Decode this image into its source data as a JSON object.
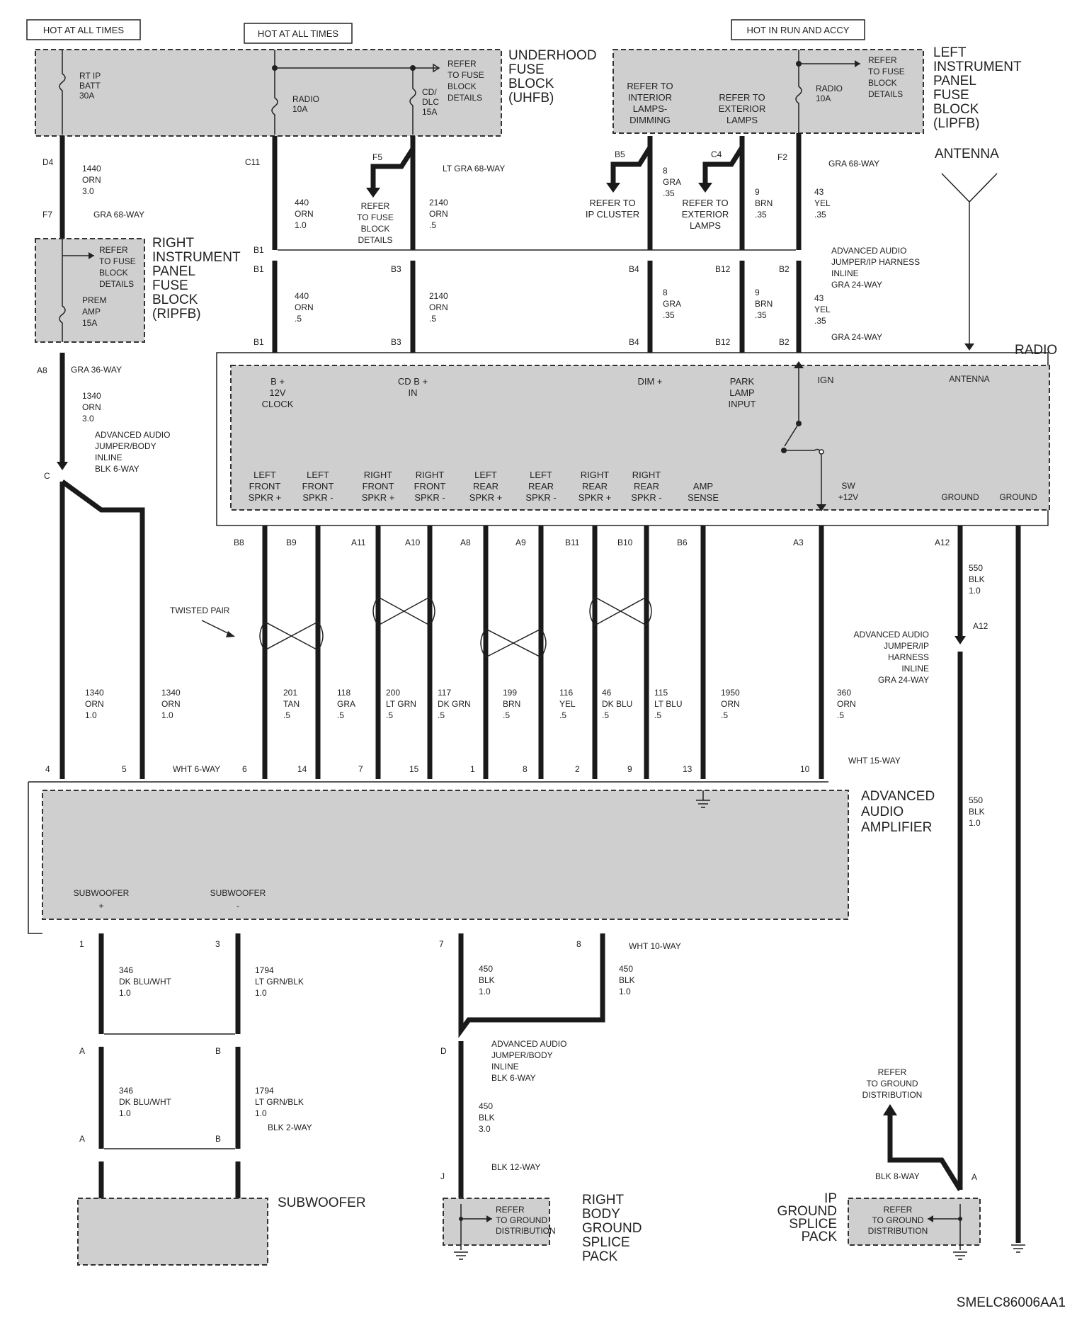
{
  "diagram_code": "SMELC86006AA1",
  "hot_labels": {
    "left": "HOT AT ALL TIMES",
    "mid": "HOT AT ALL TIMES",
    "right": "HOT IN RUN AND ACCY"
  },
  "uhfb": {
    "title_lines": [
      "UNDERHOOD",
      "FUSE",
      "BLOCK",
      "(UHFB)"
    ],
    "fuse1": [
      "RT IP",
      "BATT",
      "30A"
    ],
    "fuse2": [
      "RADIO",
      "10A"
    ],
    "fuse3": [
      "CD/",
      "DLC",
      "15A"
    ],
    "refer": [
      "REFER",
      "TO FUSE",
      "BLOCK",
      "DETAILS"
    ]
  },
  "lipfb": {
    "title_lines": [
      "LEFT",
      "INSTRUMENT",
      "PANEL",
      "FUSE",
      "BLOCK",
      "(LIPFB)"
    ],
    "refer_interior": [
      "REFER TO",
      "INTERIOR",
      "LAMPS-",
      "DIMMING"
    ],
    "refer_exterior": [
      "REFER TO",
      "EXTERIOR",
      "LAMPS"
    ],
    "fuse": [
      "RADIO",
      "10A"
    ],
    "refer": [
      "REFER",
      "TO FUSE",
      "BLOCK",
      "DETAILS"
    ]
  },
  "ripfb": {
    "title_lines": [
      "RIGHT",
      "INSTRUMENT",
      "PANEL",
      "FUSE",
      "BLOCK",
      "(RIPFB)"
    ],
    "refer": [
      "REFER",
      "TO FUSE",
      "BLOCK",
      "DETAILS"
    ],
    "fuse": [
      "PREM",
      "AMP",
      "15A"
    ]
  },
  "connectors": {
    "gra68": "GRA 68-WAY",
    "lt_gra68": "LT GRA 68-WAY",
    "gra36": "GRA 36-WAY",
    "gra24": "GRA 24-WAY",
    "jumper_ip_inline": [
      "ADVANCED AUDIO",
      "JUMPER/IP HARNESS",
      "INLINE",
      "GRA 24-WAY"
    ],
    "jumper_body_blk6_top": [
      "ADVANCED AUDIO",
      "JUMPER/BODY",
      "INLINE",
      "BLK 6-WAY"
    ],
    "wht6": "WHT 6-WAY",
    "wht15": "WHT 15-WAY",
    "wht10": "WHT 10-WAY",
    "blk2": "BLK 2-WAY",
    "blk12": "BLK 12-WAY",
    "blk8": "BLK 8-WAY",
    "jumper_ip_right": [
      "ADVANCED AUDIO",
      "JUMPER/IP",
      "HARNESS",
      "INLINE",
      "GRA 24-WAY"
    ],
    "jumper_body_blk6_bottom": [
      "ADVANCED AUDIO",
      "JUMPER/BODY",
      "INLINE",
      "BLK 6-WAY"
    ]
  },
  "refer_fuse_mid": [
    "REFER",
    "TO FUSE",
    "BLOCK",
    "DETAILS"
  ],
  "refer_ip_cluster": [
    "REFER TO",
    "IP CLUSTER"
  ],
  "refer_ext_lamps": [
    "REFER TO",
    "EXTERIOR",
    "LAMPS"
  ],
  "antenna": "ANTENNA",
  "radio": {
    "title": "RADIO",
    "top_pins": [
      [
        "B +",
        "12V",
        "CLOCK"
      ],
      [
        "CD B +",
        "IN"
      ],
      [
        "DIM +"
      ],
      [
        "PARK",
        "LAMP",
        "INPUT"
      ],
      [
        "IGN"
      ],
      [
        "ANTENNA"
      ]
    ],
    "bottom_pins": [
      [
        "LEFT",
        "FRONT",
        "SPKR +"
      ],
      [
        "LEFT",
        "FRONT",
        "SPKR -"
      ],
      [
        "RIGHT",
        "FRONT",
        "SPKR +"
      ],
      [
        "RIGHT",
        "FRONT",
        "SPKR  -"
      ],
      [
        "LEFT",
        "REAR",
        "SPKR +"
      ],
      [
        "LEFT",
        "REAR",
        "SPKR -"
      ],
      [
        "RIGHT",
        "REAR",
        "SPKR +"
      ],
      [
        "RIGHT",
        "REAR",
        "SPKR -"
      ],
      [
        "AMP",
        "SENSE"
      ],
      [
        "SW",
        "+12V"
      ],
      [
        "GROUND"
      ],
      [
        "GROUND"
      ]
    ]
  },
  "twisted_pair": "TWISTED PAIR",
  "top_wires": [
    {
      "pin_top": "D4",
      "lines": [
        "1440",
        "ORN",
        "3.0"
      ],
      "pin_bottom": "F7"
    },
    {
      "pin_top": "C11",
      "lines": [
        "440",
        "ORN",
        "1.0"
      ],
      "pin_bottom": "B1"
    },
    {
      "pin_top": "F5",
      "lines": [
        "2140",
        "ORN",
        ".5"
      ],
      "pin_bottom": "B3"
    },
    {
      "pin_top": "B5",
      "lines": [
        "8",
        "GRA",
        ".35"
      ],
      "pin_bottom": "B4"
    },
    {
      "pin_top": "C4",
      "lines": [
        "9",
        "BRN",
        ".35"
      ],
      "pin_bottom": "B12"
    },
    {
      "pin_top": "F2",
      "lines": [
        "43",
        "YEL",
        ".35"
      ],
      "pin_bottom": "B2"
    }
  ],
  "mid_wires": [
    {
      "pin": "B1",
      "lines": [
        "440",
        "ORN",
        ".5"
      ]
    },
    {
      "pin": "B3",
      "lines": [
        "2140",
        "ORN",
        ".5"
      ]
    },
    {
      "pin": "B4",
      "lines": [
        "8",
        "GRA",
        ".35"
      ]
    },
    {
      "pin": "B12",
      "lines": [
        "9",
        "BRN",
        ".35"
      ]
    },
    {
      "pin": "B2",
      "lines": [
        "43",
        "YEL",
        ".35"
      ]
    }
  ],
  "a8_wire": {
    "pin": "A8",
    "lines": [
      "1340",
      "ORN",
      "3.0"
    ],
    "pin_c": "C"
  },
  "speaker_wires": [
    {
      "radio_pin": "B8",
      "lines": [
        "201",
        "TAN",
        ".5"
      ],
      "amp_pin": "6"
    },
    {
      "radio_pin": "B9",
      "lines": [
        "118",
        "GRA",
        ".5"
      ],
      "amp_pin": "14"
    },
    {
      "radio_pin": "A11",
      "lines": [
        "200",
        "LT GRN",
        ".5"
      ],
      "amp_pin": "7"
    },
    {
      "radio_pin": "A10",
      "lines": [
        "117",
        "DK GRN",
        ".5"
      ],
      "amp_pin": "15"
    },
    {
      "radio_pin": "A8",
      "lines": [
        "199",
        "BRN",
        ".5"
      ],
      "amp_pin": "1"
    },
    {
      "radio_pin": "A9",
      "lines": [
        "116",
        "YEL",
        ".5"
      ],
      "amp_pin": "8"
    },
    {
      "radio_pin": "B11",
      "lines": [
        "46",
        "DK BLU",
        ".5"
      ],
      "amp_pin": "2"
    },
    {
      "radio_pin": "B10",
      "lines": [
        "115",
        "LT BLU",
        ".5"
      ],
      "amp_pin": "9"
    },
    {
      "radio_pin": "B6",
      "lines": [
        "1950",
        "ORN",
        ".5"
      ],
      "amp_pin": "13"
    },
    {
      "radio_pin": "A3",
      "lines": [
        "360",
        "ORN",
        ".5"
      ],
      "amp_pin": "10"
    }
  ],
  "amp_power": [
    {
      "lines": [
        "1340",
        "ORN",
        "1.0"
      ],
      "pin": "4"
    },
    {
      "lines": [
        "1340",
        "ORN",
        "1.0"
      ],
      "pin": "5"
    }
  ],
  "ground_wire": {
    "pin": "A12",
    "lines": [
      "550",
      "BLK",
      "1.0"
    ],
    "pin2": "A12",
    "lines2": [
      "550",
      "BLK",
      "1.0"
    ],
    "pin3": "A"
  },
  "amplifier": {
    "title_lines": [
      "ADVANCED",
      "AUDIO",
      "AMPLIFIER"
    ],
    "sub_plus": [
      "SUBWOOFER",
      "+"
    ],
    "sub_minus": [
      "SUBWOOFER",
      "-"
    ]
  },
  "bottom_wires": [
    {
      "pin": "1",
      "lines": [
        "346",
        "DK BLU/WHT",
        "1.0"
      ],
      "pinA": "A",
      "lines2": [
        "346",
        "DK BLU/WHT",
        "1.0"
      ],
      "pinA2": "A"
    },
    {
      "pin": "3",
      "lines": [
        "1794",
        "LT GRN/BLK",
        "1.0"
      ],
      "pinA": "B",
      "lines2": [
        "1794",
        "LT GRN/BLK",
        "1.0"
      ],
      "pinA2": "B"
    }
  ],
  "ground_bottom": {
    "pin7": "7",
    "pin8": "8",
    "w7": [
      "450",
      "BLK",
      "1.0"
    ],
    "w8": [
      "450",
      "BLK",
      "1.0"
    ],
    "pinD": "D",
    "wD": [
      "450",
      "BLK",
      "3.0"
    ],
    "pinJ": "J"
  },
  "subwoofer": "SUBWOOFER",
  "rbgsp": {
    "title_lines": [
      "RIGHT",
      "BODY",
      "GROUND",
      "SPLICE",
      "PACK"
    ],
    "refer": [
      "REFER",
      "TO GROUND",
      "DISTRIBUTION"
    ]
  },
  "ipgsp": {
    "title_lines": [
      "IP",
      "GROUND",
      "SPLICE",
      "PACK"
    ],
    "refer": [
      "REFER",
      "TO GROUND",
      "DISTRIBUTION"
    ]
  },
  "refer_ground": [
    "REFER",
    "TO GROUND",
    "DISTRIBUTION"
  ]
}
